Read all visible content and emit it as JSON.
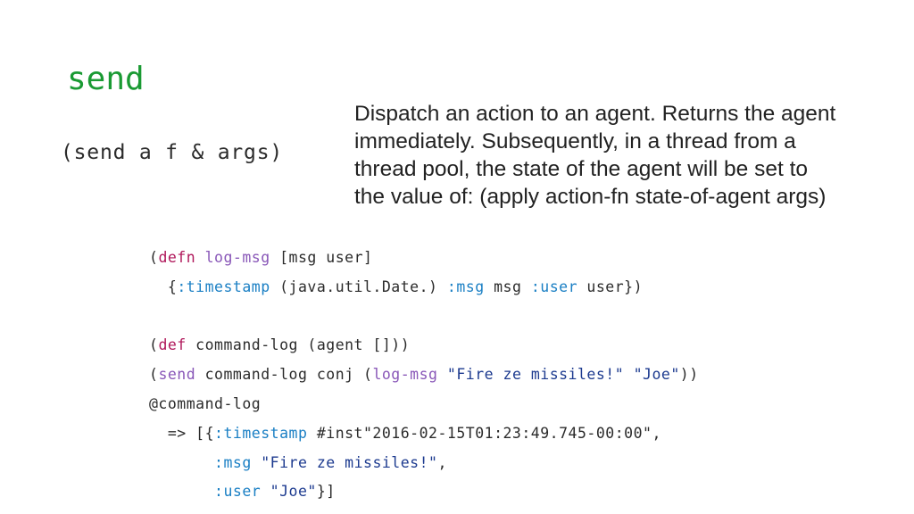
{
  "slide": {
    "title": "send",
    "signature": "(send a f & args)",
    "description_lines": [
      "Dispatch an action to an agent. Returns the agent",
      "immediately. Subsequently, in a thread from a",
      "thread pool, the state of the agent will be set to",
      "the value of: (apply action-fn state-of-agent args)"
    ]
  },
  "code": {
    "l1": {
      "open": "(",
      "kw": "defn",
      "fn": "log-msg",
      "rest": " [msg user]"
    },
    "l2": {
      "indent": "  {",
      "k1": ":timestamp",
      "a": " (java.util.Date.) ",
      "k2": ":msg",
      "b": " msg ",
      "k3": ":user",
      "c": " user})"
    },
    "l3": {
      "open": "(",
      "kw": "def",
      "rest": " command-log (agent []))"
    },
    "l4": {
      "open": "(",
      "fn": "send",
      "a": " command-log conj (",
      "fn2": "log-msg",
      "sp": " ",
      "s1": "\"Fire ze missiles!\"",
      "sp2": " ",
      "s2": "\"Joe\"",
      "close": "))"
    },
    "l5": {
      "text": "@command-log"
    },
    "l6": {
      "pre": "  => [{",
      "k": ":timestamp",
      "rest": " #inst\"2016-02-15T01:23:49.745-00:00\","
    },
    "l7": {
      "pre": "       ",
      "k": ":msg",
      "sp": " ",
      "s": "\"Fire ze missiles!\"",
      "rest": ","
    },
    "l8": {
      "pre": "       ",
      "k": ":user",
      "sp": " ",
      "s": "\"Joe\"",
      "rest": "}]"
    }
  },
  "colors": {
    "title": "#1a9a33",
    "keyword": "#b0185b",
    "function": "#8957b8",
    "clojure_keyword": "#1a7fc4",
    "string": "#1c3a8f"
  }
}
